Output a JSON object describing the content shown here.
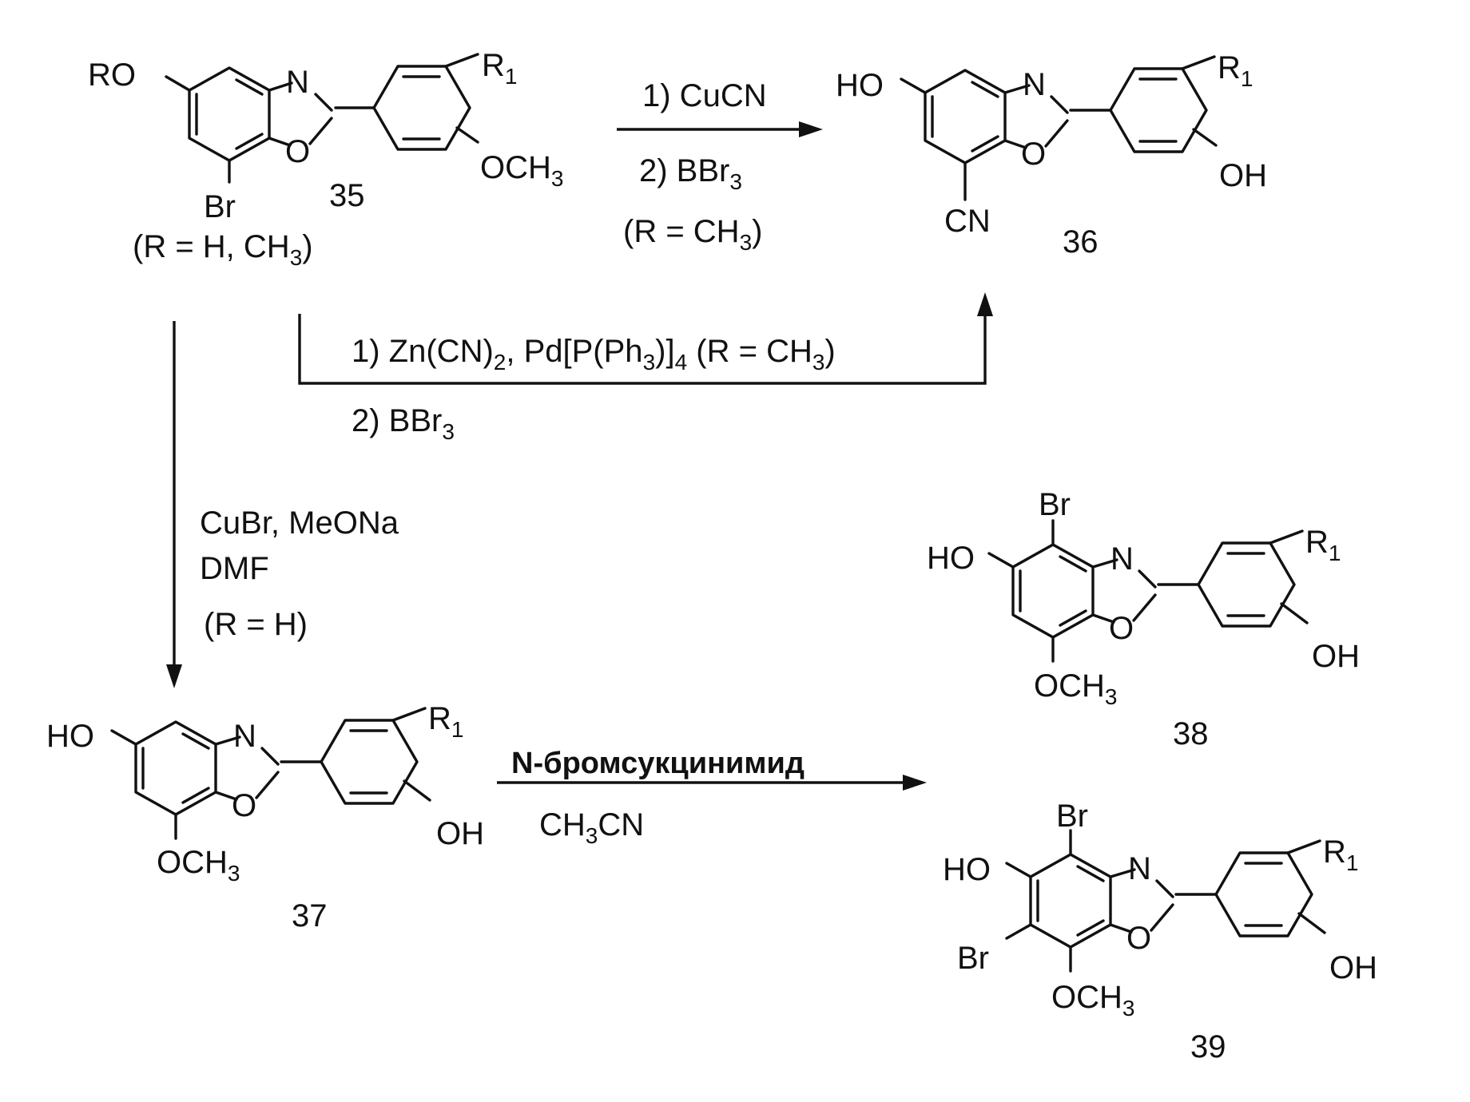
{
  "compounds": {
    "c35": {
      "number": "35",
      "substituents": {
        "ro": "RO",
        "n": "N",
        "o": "O",
        "r1": "R",
        "r1_sub": "1",
        "och3": "OCH",
        "och3_sub": "3",
        "br": "Br"
      },
      "condition": {
        "part1": "(R = H, CH",
        "sub": "3",
        "part2": ")"
      }
    },
    "c36": {
      "number": "36",
      "substituents": {
        "ho": "HO",
        "n": "N",
        "o": "O",
        "r1": "R",
        "r1_sub": "1",
        "oh": "OH",
        "cn": "CN"
      }
    },
    "c37": {
      "number": "37",
      "substituents": {
        "ho": "HO",
        "n": "N",
        "o": "O",
        "r1": "R",
        "r1_sub": "1",
        "oh": "OH",
        "och3": "OCH",
        "och3_sub": "3"
      }
    },
    "c38": {
      "number": "38",
      "substituents": {
        "br": "Br",
        "ho": "HO",
        "n": "N",
        "o": "O",
        "r1": "R",
        "r1_sub": "1",
        "oh": "OH",
        "och3": "OCH",
        "och3_sub": "3"
      }
    },
    "c39": {
      "number": "39",
      "substituents": {
        "br_top": "Br",
        "ho": "HO",
        "br_left": "Br",
        "n": "N",
        "o": "O",
        "r1": "R",
        "r1_sub": "1",
        "oh": "OH",
        "och3": "OCH",
        "och3_sub": "3"
      }
    }
  },
  "reactions": {
    "to36": {
      "step1": "1) CuCN",
      "step2": {
        "text": "2) BBr",
        "sub": "3"
      },
      "condition": {
        "part1": "(R = CH",
        "sub": "3",
        "part2": ")"
      }
    },
    "to36_alt": {
      "step1": {
        "a": "1) Zn(CN)",
        "a_sub": "2",
        "b": ", Pd[P(Ph",
        "b_sub": "3",
        "c": ")]",
        "c_sub": "4",
        "d": " (R = CH",
        "d_sub": "3",
        "e": ")"
      },
      "step2": {
        "text": "2) BBr",
        "sub": "3"
      }
    },
    "to37": {
      "reagents": "CuBr, MeONa",
      "solvent": "DMF",
      "condition": "(R = H)"
    },
    "to38_39": {
      "reagent": "N-бромсукцинимид",
      "solvent": {
        "a": "CH",
        "a_sub": "3",
        "b": "CN"
      }
    }
  }
}
